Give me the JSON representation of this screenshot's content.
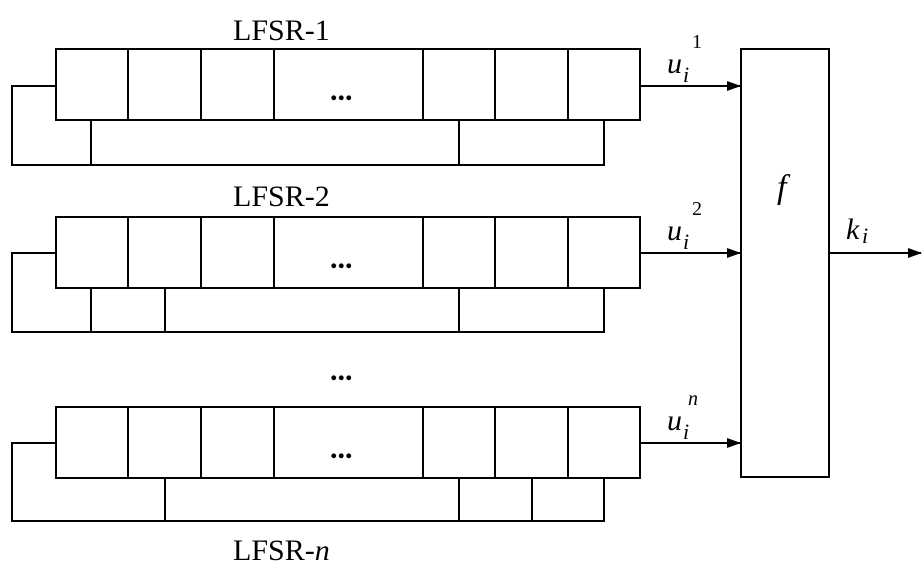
{
  "registers": [
    {
      "title": "LFSR-1",
      "output_symbol": "u",
      "output_sub": "i",
      "output_sup": "1",
      "cell_ellipsis": "..."
    },
    {
      "title": "LFSR-2",
      "output_symbol": "u",
      "output_sub": "i",
      "output_sup": "2",
      "cell_ellipsis": "..."
    },
    {
      "title_prefix": "LFSR-",
      "title_var": "n",
      "output_symbol": "u",
      "output_sub": "i",
      "output_sup": "n",
      "cell_ellipsis": "..."
    }
  ],
  "between_ellipsis": "...",
  "combiner": {
    "label": "f"
  },
  "keystream": {
    "symbol": "k",
    "sub": "i"
  }
}
